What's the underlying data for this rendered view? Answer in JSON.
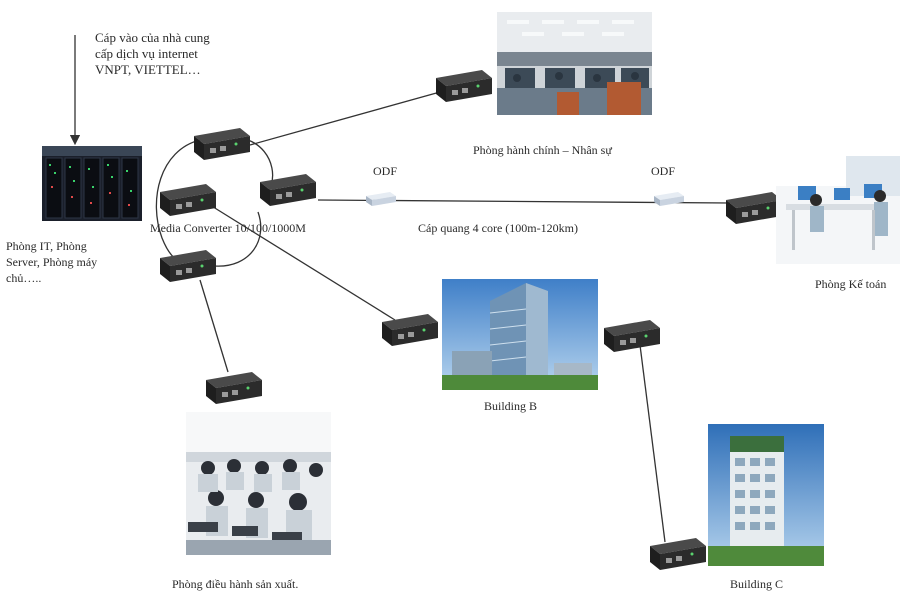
{
  "labels": {
    "isp_note": "Cáp vào của nhà cung\ncấp dịch vụ internet\nVNPT, VIETTEL…",
    "it_room": "Phòng IT, Phòng\nServer, Phòng máy\nchủ…..",
    "media_converter": "Media Converter 10/100/1000M",
    "odf_left": "ODF",
    "odf_right": "ODF",
    "fiber_cable": "Cáp quang 4 core (100m-120km)",
    "hr_room": "Phòng hành chính – Nhân sự",
    "accounting_room": "Phòng Kế toán",
    "building_b": "Building B",
    "building_c": "Building C",
    "production_room": "Phòng điều hành sản xuất."
  },
  "colors": {
    "line": "#333333",
    "device_body": "#2b2b2b",
    "odf": "#c9d3e0"
  }
}
